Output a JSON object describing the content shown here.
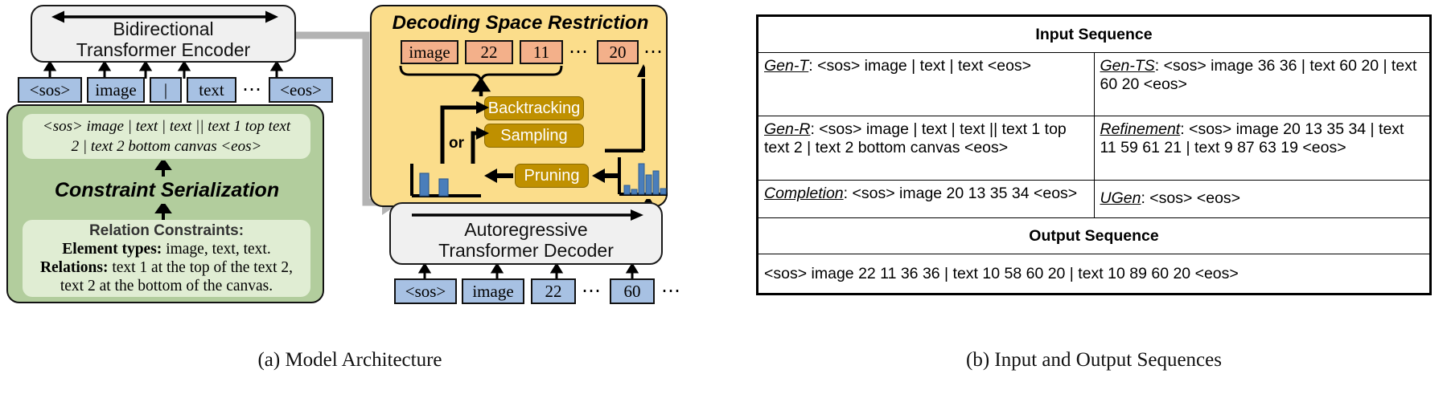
{
  "figure": {
    "caption_a": "(a) Model Architecture",
    "caption_b": "(b) Input and Output Sequences"
  },
  "colors": {
    "token_blue": "#a7c1e3",
    "token_orange": "#f3b08a",
    "module_green": "#b2cd9d",
    "module_green_inner": "#e0edd3",
    "module_orange": "#fbdd8b",
    "op_button": "#bf9000",
    "box_grey": "#f0f0f0",
    "connector_grey": "#b3b3b3",
    "hist_bar": "#4a7ebb"
  },
  "architecture": {
    "encoder": {
      "line1": "Bidirectional",
      "line2": "Transformer Encoder"
    },
    "encoder_tokens": [
      "<sos>",
      "image",
      "|",
      "text",
      "<eos>"
    ],
    "encoder_tokens_ellipsis": "⋯",
    "serialization": {
      "serialized_line1": "<sos> image | text | text || text 1  top  text",
      "serialized_line2": "2 | text 2 bottom canvas <eos>",
      "module_title": "Constraint Serialization",
      "constraints_title": "Relation Constraints:",
      "element_types_label": "Element types:",
      "element_types_value": "image, text, text.",
      "relations_label": "Relations:",
      "relations_line1": "text 1 at the top of the text 2,",
      "relations_line2": "text 2 at the bottom of the canvas."
    },
    "decoding": {
      "title": "Decoding Space Restriction",
      "candidate_tokens": [
        "image",
        "22",
        "11",
        "20"
      ],
      "ellipsis_mid": "⋯",
      "ellipsis_end": "⋯",
      "ops": [
        "Backtracking",
        "Sampling",
        "Pruning"
      ],
      "or_label": "or",
      "pruned_distribution": [
        0.1,
        0.62,
        0.0,
        0.46,
        0.0,
        0.0
      ],
      "full_distribution": [
        0.28,
        0.12,
        0.8,
        0.5,
        0.62,
        0.2,
        0.1
      ]
    },
    "decoder": {
      "line1": "Autoregressive",
      "line2": "Transformer Decoder"
    },
    "decoder_tokens": [
      "<sos>",
      "image",
      "22",
      "60"
    ],
    "decoder_tokens_ellipsis": "⋯",
    "decoder_tokens_trailing": "⋯"
  },
  "sequences": {
    "input_header": "Input Sequence",
    "output_header": "Output Sequence",
    "rows": [
      [
        {
          "tag": "Gen-T",
          "sep": ": ",
          "text": "<sos> image | text | text <eos>"
        },
        {
          "tag": "Gen-TS",
          "sep": ": ",
          "text": "<sos> image 36 36 | text 60 20 | text 60 20 <eos>"
        }
      ],
      [
        {
          "tag": "Gen-R",
          "sep": ": ",
          "text": "<sos> image | text | text || text 1  top  text 2 | text 2 bottom canvas <eos>"
        },
        {
          "tag": "Refinement",
          "sep": ": ",
          "text": "<sos> image 20 13 35 34 | text 11 59 61 21 | text 9 87 63 19 <eos>"
        }
      ],
      [
        {
          "tag": "Completion",
          "sep": ": ",
          "text": "<sos> image 20 13 35 34 <eos>"
        },
        {
          "tag": "UGen",
          "sep": ": ",
          "text": "<sos> <eos>"
        }
      ]
    ],
    "output_sequence": "<sos> image 22 11 36 36 | text 10 58 60 20 | text 10 89 60 20 <eos>"
  }
}
